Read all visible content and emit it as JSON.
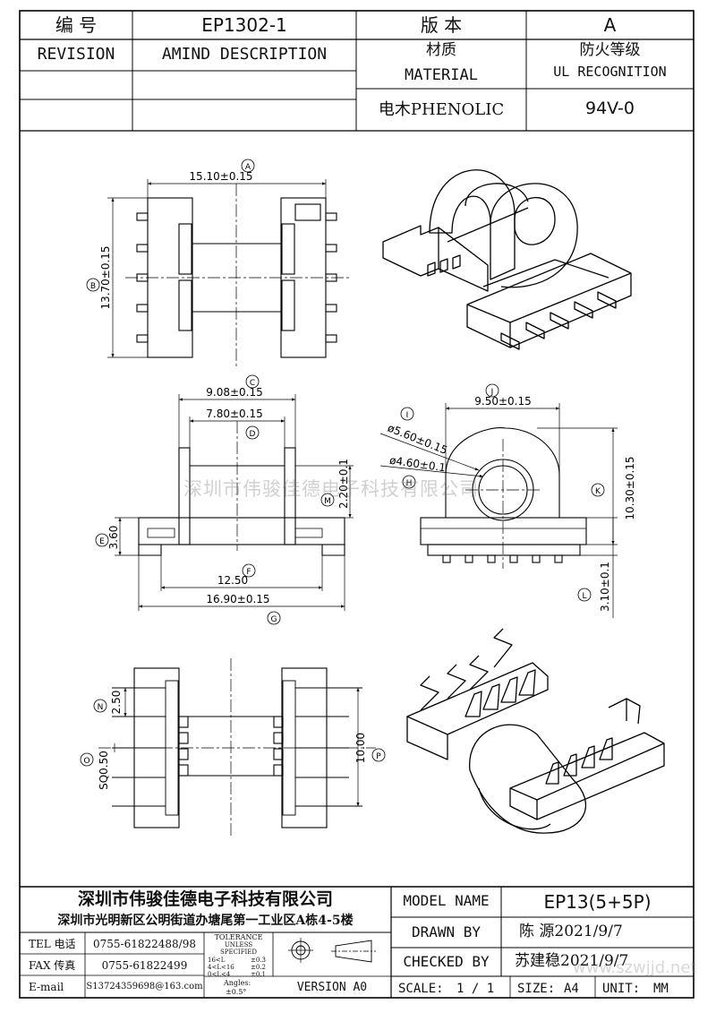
{
  "header": {
    "part_label": "编  号",
    "part_number": "EP1302-1",
    "version_label": "版  本",
    "version_value": "A",
    "revision_label": "REVISION",
    "amend_label": "AMIND DESCRIPTION",
    "material_label_cn": "材质",
    "material_label_en": "MATERIAL",
    "ul_label_cn": "防火等级",
    "ul_label_en": "UL RECOGNITION",
    "material_value": "电木PHENOLIC",
    "ul_value": "94V-0"
  },
  "dimensions": {
    "A": "A",
    "A_val": "15.10±0.15",
    "B": "B",
    "B_val": "13.70±0.15",
    "C": "C",
    "C_val": "9.08±0.15",
    "D": "D",
    "D_val": "7.80±0.15",
    "E": "E",
    "E_val": "3.60",
    "F": "F",
    "F_val": "12.50",
    "G": "G",
    "G_val": "16.90±0.15",
    "M": "M",
    "M_val": "2.20±0.1",
    "J": "J",
    "J_val": "9.50±0.15",
    "I": "I",
    "I_val": "ø5.60±0.15",
    "H": "H",
    "H_val": "ø4.60±0.1",
    "K": "K",
    "K_val": "10.30±0.15",
    "L": "L",
    "L_val": "3.10±0.1",
    "N": "N",
    "N_val": "2.50",
    "O": "O",
    "O_val": "SQ0.50",
    "P": "P",
    "P_val": "10.00"
  },
  "watermark": "深圳市伟骏佳德电子科技有限公司",
  "watermark_url": "www.szwjjd.net",
  "title_block": {
    "company": "深圳市伟骏佳德电子科技有限公司",
    "address": "深圳市光明新区公明街道办塘尾第一工业区A栋4-5楼",
    "tel_label": "TEL 电话",
    "tel_value": "0755-61822488/98",
    "fax_label": "FAX 传真",
    "fax_value": "0755-61822499",
    "email_label": "E-mail",
    "email_value": "S13724359698@163.com",
    "tolerance_title": "TOLERANCE",
    "tolerance_sub1": "UNLESS",
    "tolerance_sub2": "SPECIFIED",
    "tol_r1_l": "16<L",
    "tol_r1_v": "±0.3",
    "tol_r2_l": "4<L<16",
    "tol_r2_v": "±0.2",
    "tol_r3_l": "0<L<4",
    "tol_r3_v": "±0.1",
    "tol_angles": "Angles:",
    "tol_angles_v": "±0.5°",
    "version": "VERSION A0",
    "model_label": "MODEL NAME",
    "model_value": "EP13(5+5P)",
    "drawn_label": "DRAWN BY",
    "drawn_value": "陈 源2021/9/7",
    "checked_label": "CHECKED BY",
    "checked_value": "苏建稳2021/9/7",
    "scale_label": "SCALE:",
    "scale_value": "1 / 1",
    "size_label": "SIZE:",
    "size_value": "A4",
    "unit_label": "UNIT:",
    "unit_value": "MM"
  }
}
